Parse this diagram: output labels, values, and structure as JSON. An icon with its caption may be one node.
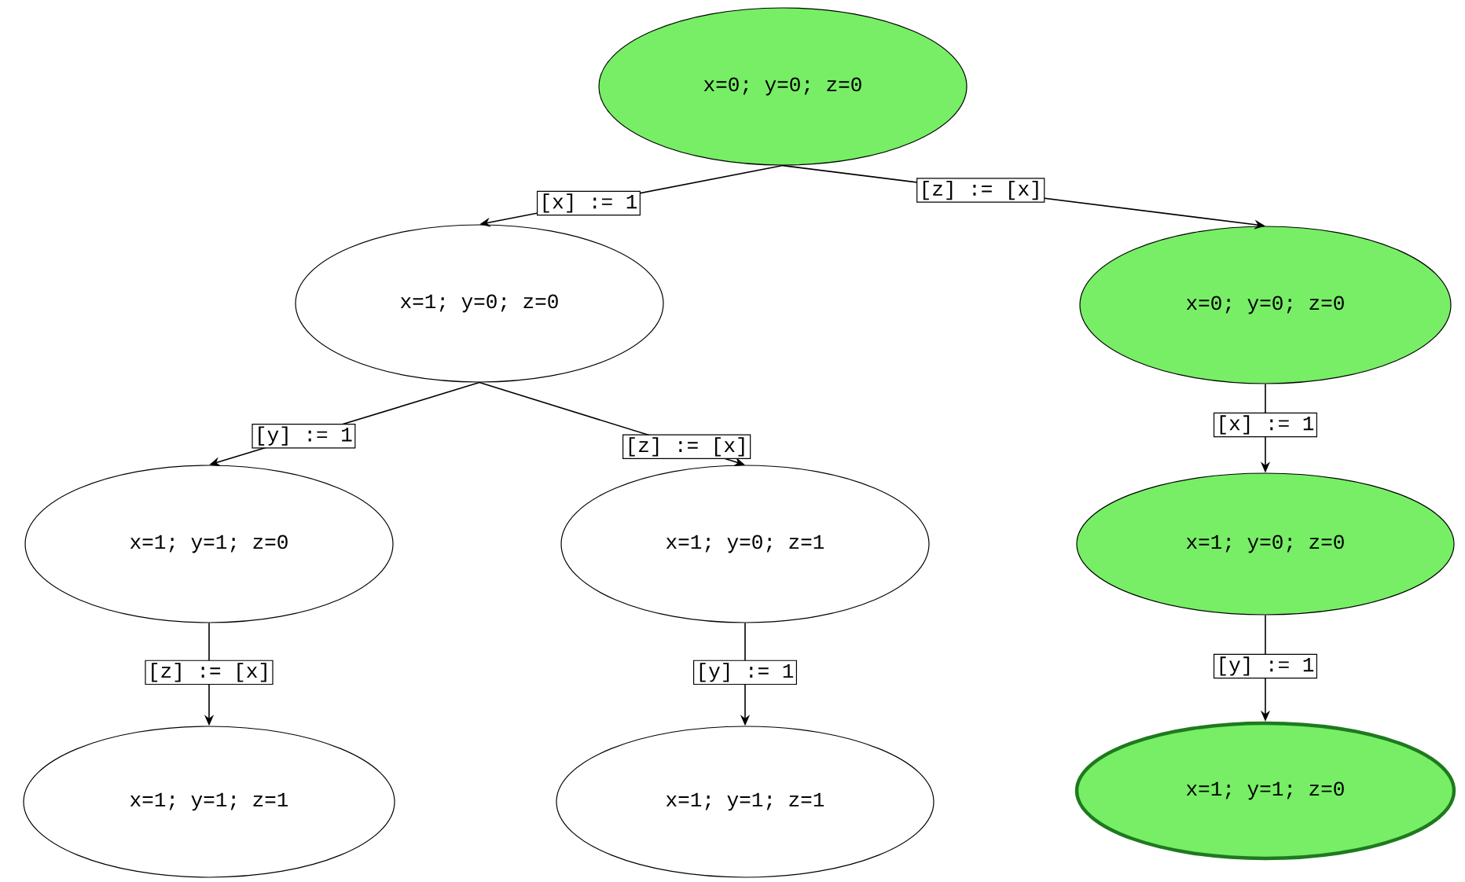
{
  "diagram": {
    "nodes": [
      {
        "text": [
          "x=0; y=0; z=0"
        ]
      },
      {
        "text": [
          "x=1; y=0; z=0"
        ]
      },
      {
        "text": [
          "x=0; y=0; z=0"
        ]
      },
      {
        "text": [
          "x=1; y=1; z=0"
        ]
      },
      {
        "text": [
          "x=1; y=0; z=1"
        ]
      },
      {
        "text": [
          "x=1; y=0; z=0"
        ]
      },
      {
        "text": [
          "x=1; y=1; z=1"
        ]
      },
      {
        "text": [
          "x=1; y=1; z=1"
        ]
      },
      {
        "text": [
          "x=1; y=1; z=0"
        ]
      }
    ],
    "edges": [
      {
        "from": 0,
        "to": 1,
        "arrow": "to",
        "label": "[x] := 1"
      },
      {
        "from": 0,
        "to": 2,
        "arrow": "to",
        "label": "[z] := [x]"
      },
      {
        "from": 1,
        "to": 3,
        "arrow": "to",
        "label": "[y] := 1"
      },
      {
        "from": 1,
        "to": 4,
        "arrow": "to",
        "label": "[z] := [x]"
      },
      {
        "from": 2,
        "to": 5,
        "arrow": "to",
        "label": "[x] := 1"
      },
      {
        "from": 3,
        "to": 6,
        "arrow": "to",
        "label": "[z] := [x]"
      },
      {
        "from": 4,
        "to": 7,
        "arrow": "to",
        "label": "[y] := 1"
      },
      {
        "from": 5,
        "to": 8,
        "arrow": "to",
        "label": "[y] := 1"
      }
    ]
  }
}
